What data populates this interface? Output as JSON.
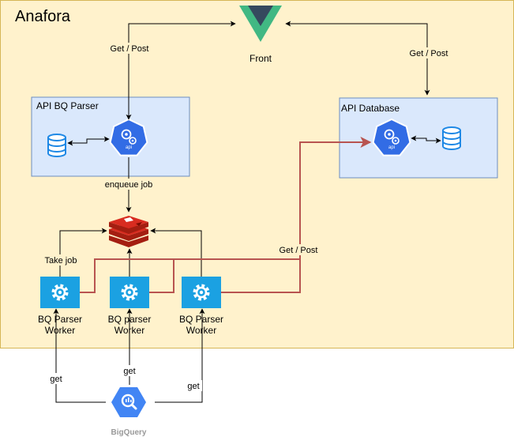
{
  "title": "Anafora",
  "front": {
    "label": "Front"
  },
  "api_bq_parser": {
    "label": "API BQ Parser",
    "api_icon_text": "api"
  },
  "api_database": {
    "label": "API Database",
    "api_icon_text": "api"
  },
  "edges": {
    "front_to_parser": "Get / Post",
    "front_to_database": "Get / Post",
    "enqueue": "enqueue job",
    "take_job": "Take job",
    "workers_to_database": "Get / Post",
    "get_left": "get",
    "get_middle": "get",
    "get_right": "get"
  },
  "workers": [
    {
      "line1": "BQ Parser",
      "line2": "Worker"
    },
    {
      "line1": "BQ parser",
      "line2": "Worker"
    },
    {
      "line1": "BQ Parser",
      "line2": "Worker"
    }
  ],
  "bigquery": {
    "label": "BigQuery"
  },
  "colors": {
    "container_fill": "#fff2cc",
    "container_stroke": "#d6b656",
    "api_box_fill": "#dae8fc",
    "api_box_stroke": "#6c8ebf",
    "kube_blue": "#326ce5",
    "worker_blue": "#1ba1e2",
    "redis_red": "#a41e11",
    "db_blue": "#1e88e5",
    "highlight_red": "#b85450",
    "vue_green": "#41b883",
    "vue_dark": "#35495e",
    "bigquery_blue": "#4285f4",
    "bigquery_label": "#999999"
  }
}
